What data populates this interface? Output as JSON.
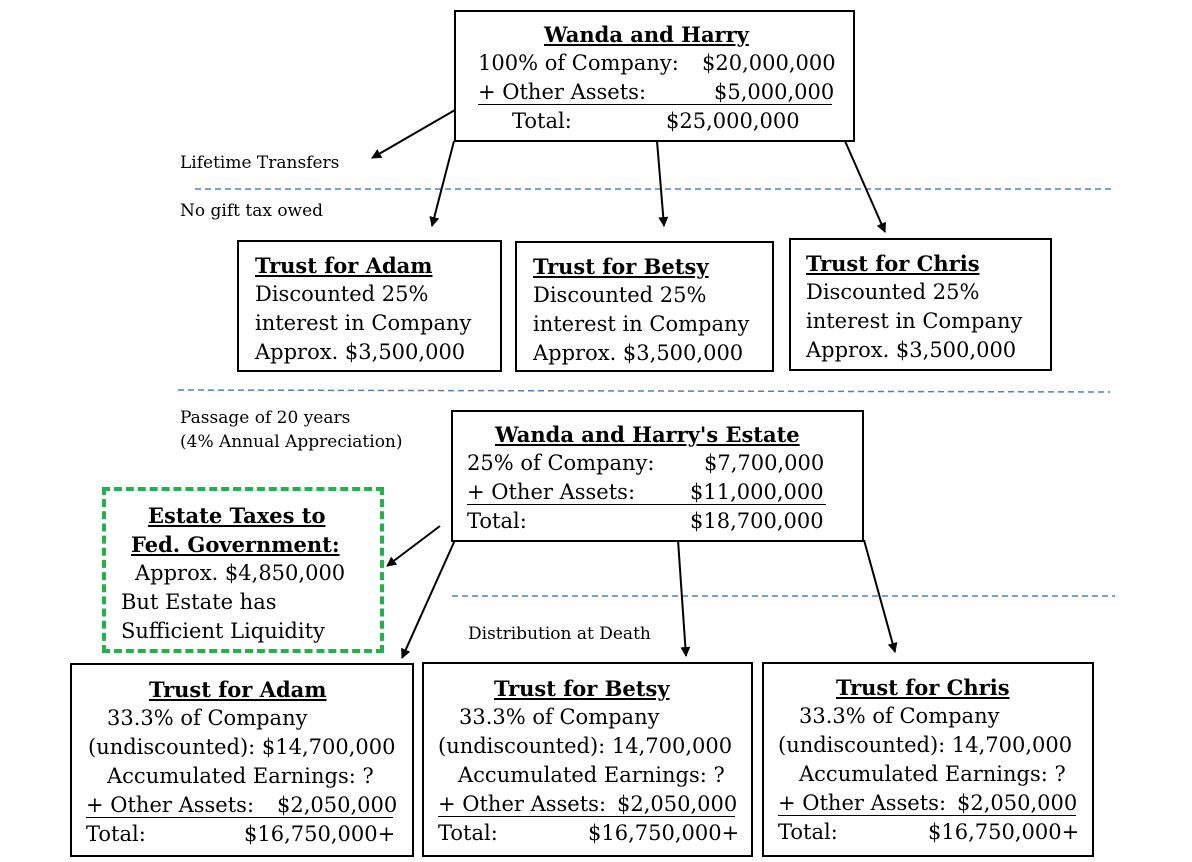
{
  "top": {
    "title": "Wanda and Harry",
    "company_label": "100% of Company:",
    "company_value": "$20,000,000",
    "other_label": "+ Other Assets:",
    "other_value": "$5,000,000",
    "total_label": "Total:",
    "total_value": "$25,000,000"
  },
  "labels": {
    "lifetime": "Lifetime Transfers",
    "no_gift": "No gift tax owed",
    "passage": "Passage of 20 years",
    "appreciation": "(4% Annual Appreciation)",
    "distribution": "Distribution at Death"
  },
  "lifetime_trusts": [
    {
      "title": "Trust for Adam",
      "line1": "Discounted 25%",
      "line2": "interest in Company",
      "line3": "Approx. $3,500,000"
    },
    {
      "title": "Trust for Betsy",
      "line1": "Discounted 25%",
      "line2": "interest in Company",
      "line3": "Approx. $3,500,000"
    },
    {
      "title": "Trust for Chris",
      "line1": "Discounted 25%",
      "line2": "interest in Company",
      "line3": "Approx. $3,500,000"
    }
  ],
  "estate": {
    "title": "Wanda and Harry's Estate",
    "company_label": "25% of Company:",
    "company_value": "$7,700,000",
    "other_label": "+ Other Assets:",
    "other_value": "$11,000,000",
    "total_label": "Total:",
    "total_value": "$18,700,000"
  },
  "taxes": {
    "title1": "Estate Taxes to",
    "title2": "Fed. Government:",
    "amount": "Approx. $4,850,000",
    "note1": "But Estate has",
    "note2": "Sufficient Liquidity"
  },
  "death_trusts": [
    {
      "title": "Trust for Adam",
      "line1": "33.3% of Company",
      "line2": "(undiscounted): $14,700,000",
      "line3": "Accumulated Earnings: ?",
      "other_label": "+ Other Assets:",
      "other_value": "$2,050,000",
      "total_label": "Total:",
      "total_value": "$16,750,000+"
    },
    {
      "title": "Trust for Betsy",
      "line1": "33.3% of Company",
      "line2": "(undiscounted): 14,700,000",
      "line3": "Accumulated Earnings: ?",
      "other_label": "+ Other Assets:",
      "other_value": "$2,050,000",
      "total_label": "Total:",
      "total_value": "$16,750,000+"
    },
    {
      "title": "Trust for Chris",
      "line1": "33.3% of Company",
      "line2": "(undiscounted): 14,700,000",
      "line3": "Accumulated Earnings: ?",
      "other_label": "+ Other Assets:",
      "other_value": "$2,050,000",
      "total_label": "Total:",
      "total_value": "$16,750,000+"
    }
  ],
  "colors": {
    "divider": "#4f81bd",
    "tax_border": "#22b24c"
  }
}
